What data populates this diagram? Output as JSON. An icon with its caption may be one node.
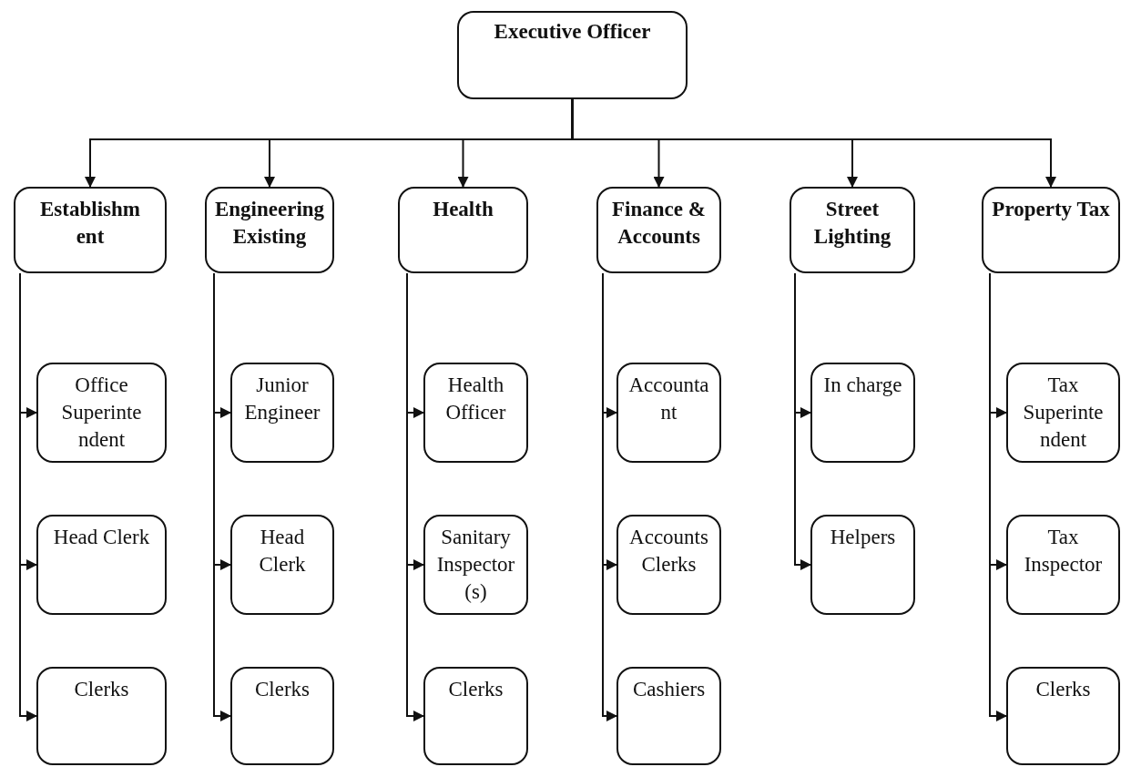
{
  "diagram": {
    "nodes": [
      {
        "text": [
          "Executive Officer"
        ]
      },
      {
        "text": [
          "Establishm ent"
        ]
      },
      {
        "text": [
          "Engineering Existing"
        ]
      },
      {
        "text": [
          "Health"
        ]
      },
      {
        "text": [
          "Finance & Accounts"
        ]
      },
      {
        "text": [
          "Street Lighting"
        ]
      },
      {
        "text": [
          "Property Tax"
        ]
      },
      {
        "text": [
          "Office Superinte ndent"
        ]
      },
      {
        "text": [
          "Head Clerk"
        ]
      },
      {
        "text": [
          "Clerks"
        ]
      },
      {
        "text": [
          "Junior Engineer"
        ]
      },
      {
        "text": [
          "Head Clerk"
        ]
      },
      {
        "text": [
          "Clerks"
        ]
      },
      {
        "text": [
          "Health Officer"
        ]
      },
      {
        "text": [
          "Sanitary Inspector (s)"
        ]
      },
      {
        "text": [
          "Clerks"
        ]
      },
      {
        "text": [
          "Accounta nt"
        ]
      },
      {
        "text": [
          "Accounts Clerks"
        ]
      },
      {
        "text": [
          "Cashiers"
        ]
      },
      {
        "text": [
          "In charge"
        ]
      },
      {
        "text": [
          "Helpers"
        ]
      },
      {
        "text": [
          "Tax Superinte ndent"
        ]
      },
      {
        "text": [
          "Tax Inspector"
        ]
      },
      {
        "text": [
          "Clerks"
        ]
      }
    ],
    "edges": [
      {
        "from": 0,
        "to": 1,
        "arrow": "to"
      },
      {
        "from": 0,
        "to": 2,
        "arrow": "to"
      },
      {
        "from": 0,
        "to": 3,
        "arrow": "to"
      },
      {
        "from": 0,
        "to": 4,
        "arrow": "to"
      },
      {
        "from": 0,
        "to": 5,
        "arrow": "to"
      },
      {
        "from": 0,
        "to": 6,
        "arrow": "to"
      },
      {
        "from": 1,
        "to": 7,
        "arrow": "to"
      },
      {
        "from": 1,
        "to": 8,
        "arrow": "to"
      },
      {
        "from": 1,
        "to": 9,
        "arrow": "to"
      },
      {
        "from": 2,
        "to": 10,
        "arrow": "to"
      },
      {
        "from": 2,
        "to": 11,
        "arrow": "to"
      },
      {
        "from": 2,
        "to": 12,
        "arrow": "to"
      },
      {
        "from": 3,
        "to": 13,
        "arrow": "to"
      },
      {
        "from": 3,
        "to": 14,
        "arrow": "to"
      },
      {
        "from": 3,
        "to": 15,
        "arrow": "to"
      },
      {
        "from": 4,
        "to": 16,
        "arrow": "to"
      },
      {
        "from": 4,
        "to": 17,
        "arrow": "to"
      },
      {
        "from": 4,
        "to": 18,
        "arrow": "to"
      },
      {
        "from": 5,
        "to": 19,
        "arrow": "to"
      },
      {
        "from": 5,
        "to": 20,
        "arrow": "to"
      },
      {
        "from": 6,
        "to": 21,
        "arrow": "to"
      },
      {
        "from": 6,
        "to": 22,
        "arrow": "to"
      },
      {
        "from": 6,
        "to": 23,
        "arrow": "to"
      }
    ]
  }
}
